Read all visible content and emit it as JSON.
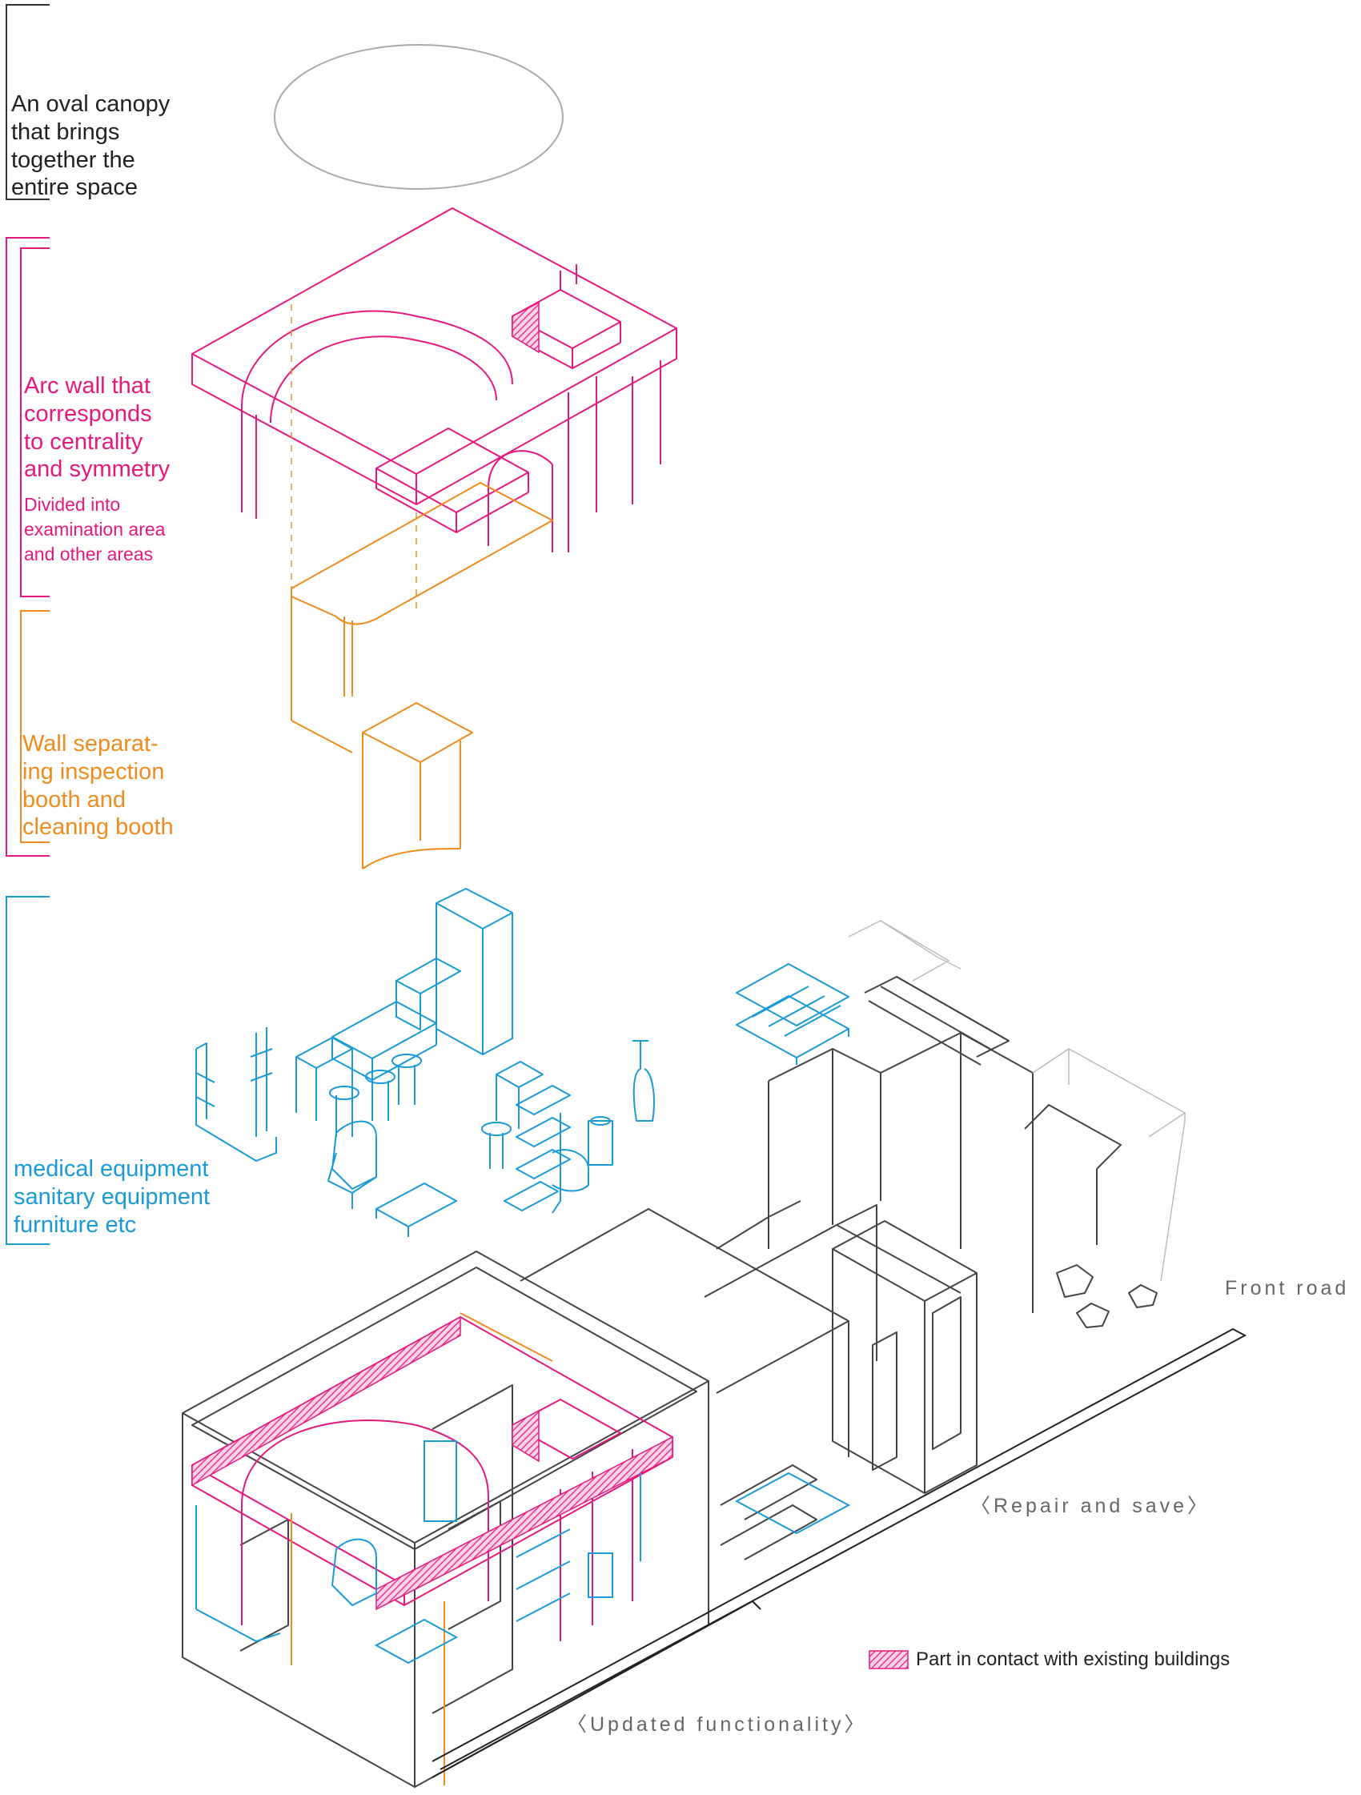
{
  "labels": {
    "canopy": "An oval canopy\nthat brings\ntogether the\nentire space",
    "arc_wall": "Arc wall that\ncorresponds\nto centrality\nand symmetry",
    "arc_wall_sub": "Divided into\nexamination area\nand other areas",
    "separating_wall": "Wall separat-\ning inspection\nbooth and\ncleaning booth",
    "equipment": "medical equipment\nsanitary equipment\nfurniture etc",
    "front_road": "Front road",
    "repair": "〈Repair and save〉",
    "updated": "〈Updated functionality〉"
  },
  "legend": {
    "text": "Part in contact with existing buildings"
  },
  "colors": {
    "canopy": "#aaaaaa",
    "arc_wall": "#e5197d",
    "separating_wall": "#ee8c1f",
    "equipment": "#1a9ad6",
    "existing": "#444444",
    "hatch": "#e5197d"
  }
}
